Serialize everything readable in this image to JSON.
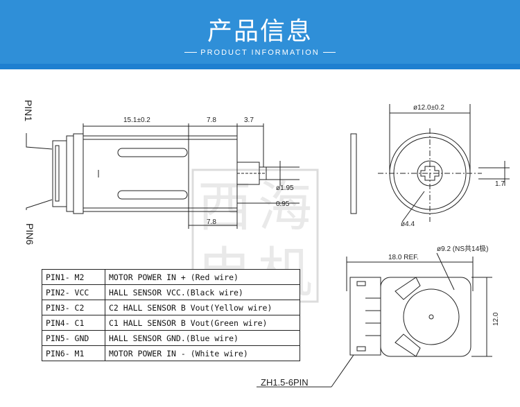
{
  "header": {
    "title_cn": "产品信息",
    "title_en": "PRODUCT INFORMATION"
  },
  "side_view": {
    "pin1_label": "PIN1",
    "pin6_label": "PIN6",
    "dim_body_length": "15.1±0.2",
    "dim_gear_length": "7.8",
    "dim_shaft_length": "3.7",
    "dim_shaft_dia": "ø1.95",
    "dim_offset": "0.95",
    "dim_bottom_length": "7.8"
  },
  "front_view": {
    "dim_diameter": "ø12.0±0.2",
    "dim_flat": "1.7",
    "dim_hole": "ø4.4"
  },
  "rear_view": {
    "dim_length": "18.0 REF.",
    "dim_magnet": "ø9.2 (NS共14极)",
    "dim_height": "12.0",
    "connector_label": "ZH1.5-6PIN"
  },
  "watermark": [
    "西",
    "海",
    "电",
    "机"
  ],
  "pin_table": [
    {
      "pin": "PIN1- M2",
      "desc": "MOTOR POWER IN + (Red wire)"
    },
    {
      "pin": "PIN2- VCC",
      "desc": "HALL SENSOR VCC.(Black wire)"
    },
    {
      "pin": "PIN3- C2",
      "desc": "C2 HALL SENSOR B Vout(Yellow wire)"
    },
    {
      "pin": "PIN4- C1",
      "desc": "C1 HALL SENSOR B Vout(Green wire)"
    },
    {
      "pin": "PIN5- GND",
      "desc": "HALL SENSOR GND.(Blue wire)"
    },
    {
      "pin": "PIN6- M1",
      "desc": "MOTOR POWER IN - (White wire)"
    }
  ],
  "colors": {
    "banner": "#2f8fd8",
    "line": "#222222"
  }
}
